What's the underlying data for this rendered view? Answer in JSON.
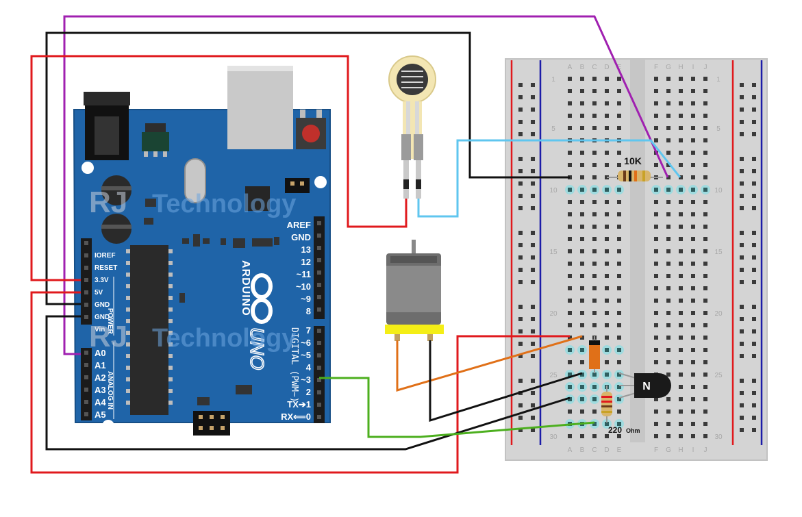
{
  "arduino": {
    "pin_header_top": [
      "AREF",
      "GND",
      "13",
      "12",
      "~11",
      "~10",
      "~9",
      "8"
    ],
    "pin_header_bottom": [
      "7",
      "~6",
      "~5",
      "4",
      "~3",
      "2",
      "TX➔1",
      "RX⟸0"
    ],
    "power_pins": [
      "IOREF",
      "RESET",
      "3.3V",
      "5V",
      "GND",
      "GND",
      "Vin"
    ],
    "analog_pins": [
      "A0",
      "A1",
      "A2",
      "A3",
      "A4",
      "A5"
    ],
    "power_label": "POWER",
    "analog_label": "ANALOG IN",
    "digital_label": "DIGITAL (PWM~)",
    "brand": "ARDUINO",
    "model": "UNO",
    "board_color": "#1f64a8"
  },
  "watermark": {
    "text_1": "RJ",
    "text_2": "Technology"
  },
  "breadboard": {
    "col_labels_left": [
      "A",
      "B",
      "C",
      "D",
      "E"
    ],
    "col_labels_right": [
      "F",
      "G",
      "H",
      "I",
      "J"
    ],
    "row_numbers": [
      "1",
      "5",
      "10",
      "15",
      "20",
      "25",
      "30"
    ]
  },
  "components": {
    "resistor_10k_label": "10K",
    "resistor_220_label": "220",
    "resistor_220_unit": "Ohm",
    "transistor_label": "N"
  },
  "colors": {
    "wire_red": "#e0191d",
    "wire_black": "#111111",
    "wire_purple": "#a020b0",
    "wire_cyan": "#5fc6ef",
    "wire_green": "#4caf1e",
    "wire_orange": "#e07018",
    "rail_red": "#e0191d",
    "rail_blue": "#1c1ca8"
  }
}
